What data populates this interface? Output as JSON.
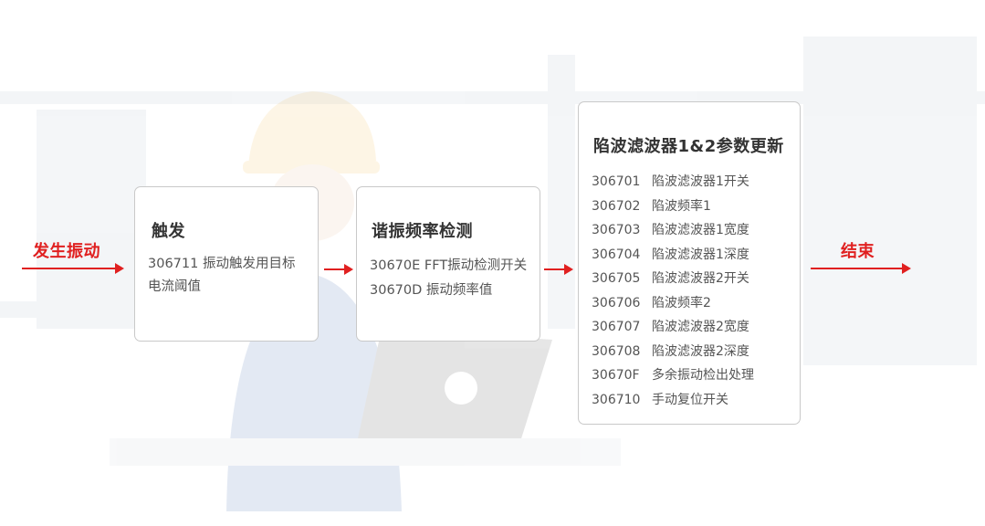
{
  "flow": {
    "start_label": "发生振动",
    "end_label": "结束"
  },
  "boxes": [
    {
      "title": "触发",
      "lines": [
        "306711 振动触发用目标",
        "电流阈值"
      ]
    },
    {
      "title": "谐振频率检测",
      "lines": [
        "30670E FFT振动检测开关",
        "30670D 振动频率值"
      ]
    },
    {
      "title": "陷波滤波器1&2参数更新",
      "rows": [
        {
          "code": "306701",
          "text": "陷波滤波器1开关"
        },
        {
          "code": "306702",
          "text": "陷波频率1"
        },
        {
          "code": "306703",
          "text": "陷波滤波器1宽度"
        },
        {
          "code": "306704",
          "text": "陷波滤波器1深度"
        },
        {
          "code": "306705",
          "text": "陷波滤波器2开关"
        },
        {
          "code": "306706",
          "text": "陷波频率2"
        },
        {
          "code": "306707",
          "text": "陷波滤波器2宽度"
        },
        {
          "code": "306708",
          "text": "陷波滤波器2深度"
        },
        {
          "code": "30670F",
          "text": "多余振动检出处理"
        },
        {
          "code": "306710",
          "text": "手动复位开关"
        }
      ]
    }
  ],
  "colors": {
    "accent": "#e02020",
    "box_border": "#c9c9c9",
    "text": "#333333"
  }
}
